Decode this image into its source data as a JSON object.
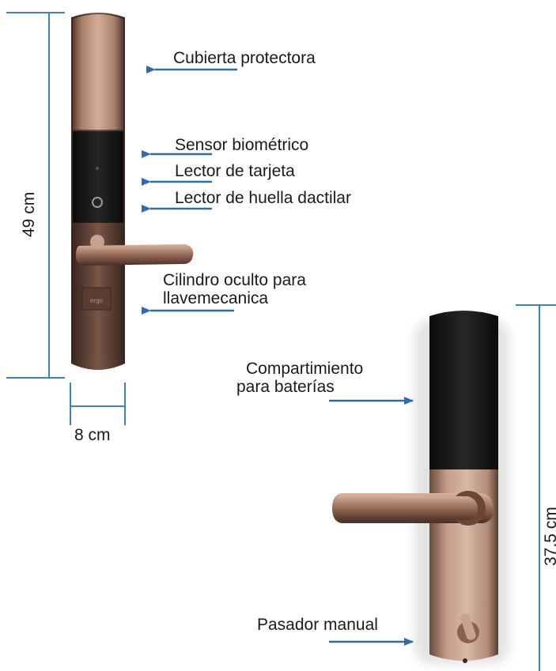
{
  "labels": {
    "cover": "Cubierta protectora",
    "biometric_sensor": "Sensor biométrico",
    "card_reader": "Lector de tarjeta",
    "fingerprint_reader": "Lector de huella dactilar",
    "hidden_cylinder_line1": "Cilindro oculto para",
    "hidden_cylinder_line2": "llavemecanica",
    "battery_line1": "Compartimiento",
    "battery_line2": "para baterías",
    "manual_latch": "Pasador manual"
  },
  "dimensions": {
    "front_height": "49 cm",
    "front_width": "8 cm",
    "back_height": "37.5 cm"
  },
  "colors": {
    "arrow": "#2a6db5",
    "dimension_line": "#3a83c8",
    "bronze_light": "#c8a08c",
    "bronze_dark": "#6e4a3a",
    "panel_black": "#161616"
  }
}
